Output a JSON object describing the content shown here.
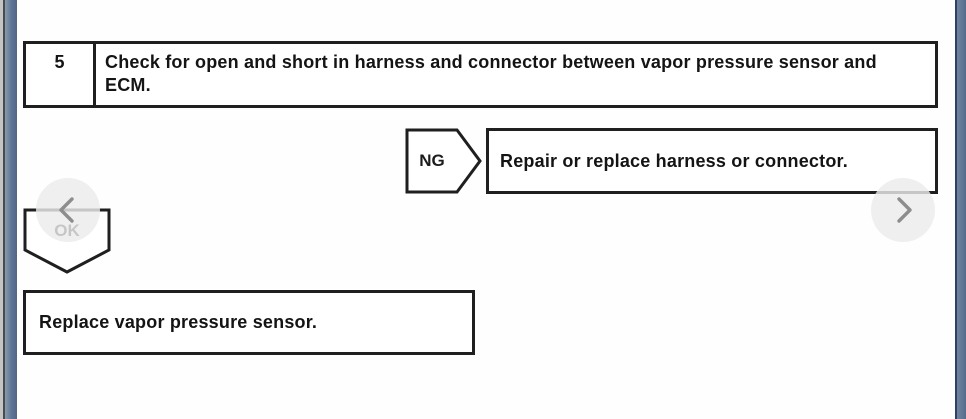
{
  "viewer": {
    "prev_button": {
      "icon": "chevron-left"
    },
    "next_button": {
      "icon": "chevron-right"
    }
  },
  "flowchart": {
    "step": {
      "number": "5",
      "instruction": "Check for open and short in harness and connector between vapor pressure sensor and ECM."
    },
    "ng": {
      "label": "NG",
      "action": "Repair or replace harness or connector."
    },
    "ok": {
      "label": "OK",
      "action": "Replace vapor pressure sensor."
    }
  },
  "colors": {
    "ink": "#1f1f1f",
    "chrome_blue": "#5e7493",
    "chevron_gray": "#8d8d8d",
    "nav_circle": "#ebebeb"
  }
}
